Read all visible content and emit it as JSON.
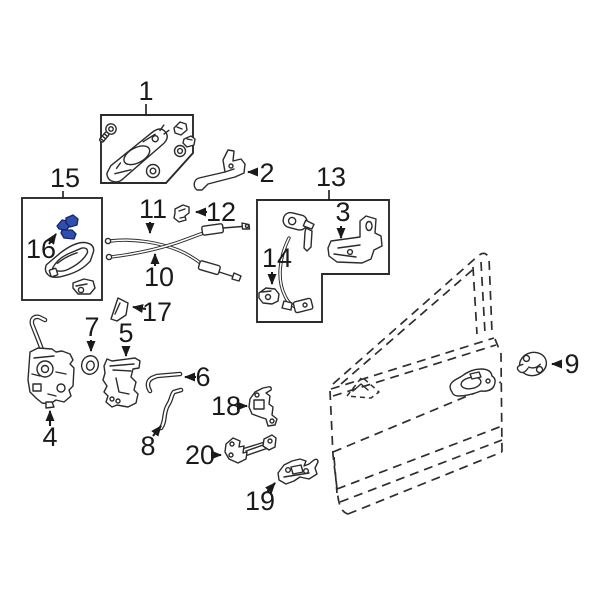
{
  "figure": {
    "type": "exploded-parts-diagram",
    "background_color": "#ffffff",
    "line_color": "#2b2b2b",
    "label_color": "#1a1a1a",
    "highlight_color": "#2e4fae",
    "highlighted_callout": "16"
  },
  "callouts": {
    "c1": "1",
    "c2": "2",
    "c3": "3",
    "c4": "4",
    "c5": "5",
    "c6": "6",
    "c7": "7",
    "c8": "8",
    "c9": "9",
    "c10": "10",
    "c11": "11",
    "c12": "12",
    "c13": "13",
    "c14": "14",
    "c15": "15",
    "c16": "16",
    "c17": "17",
    "c18": "18",
    "c19": "19",
    "c20": "20"
  }
}
